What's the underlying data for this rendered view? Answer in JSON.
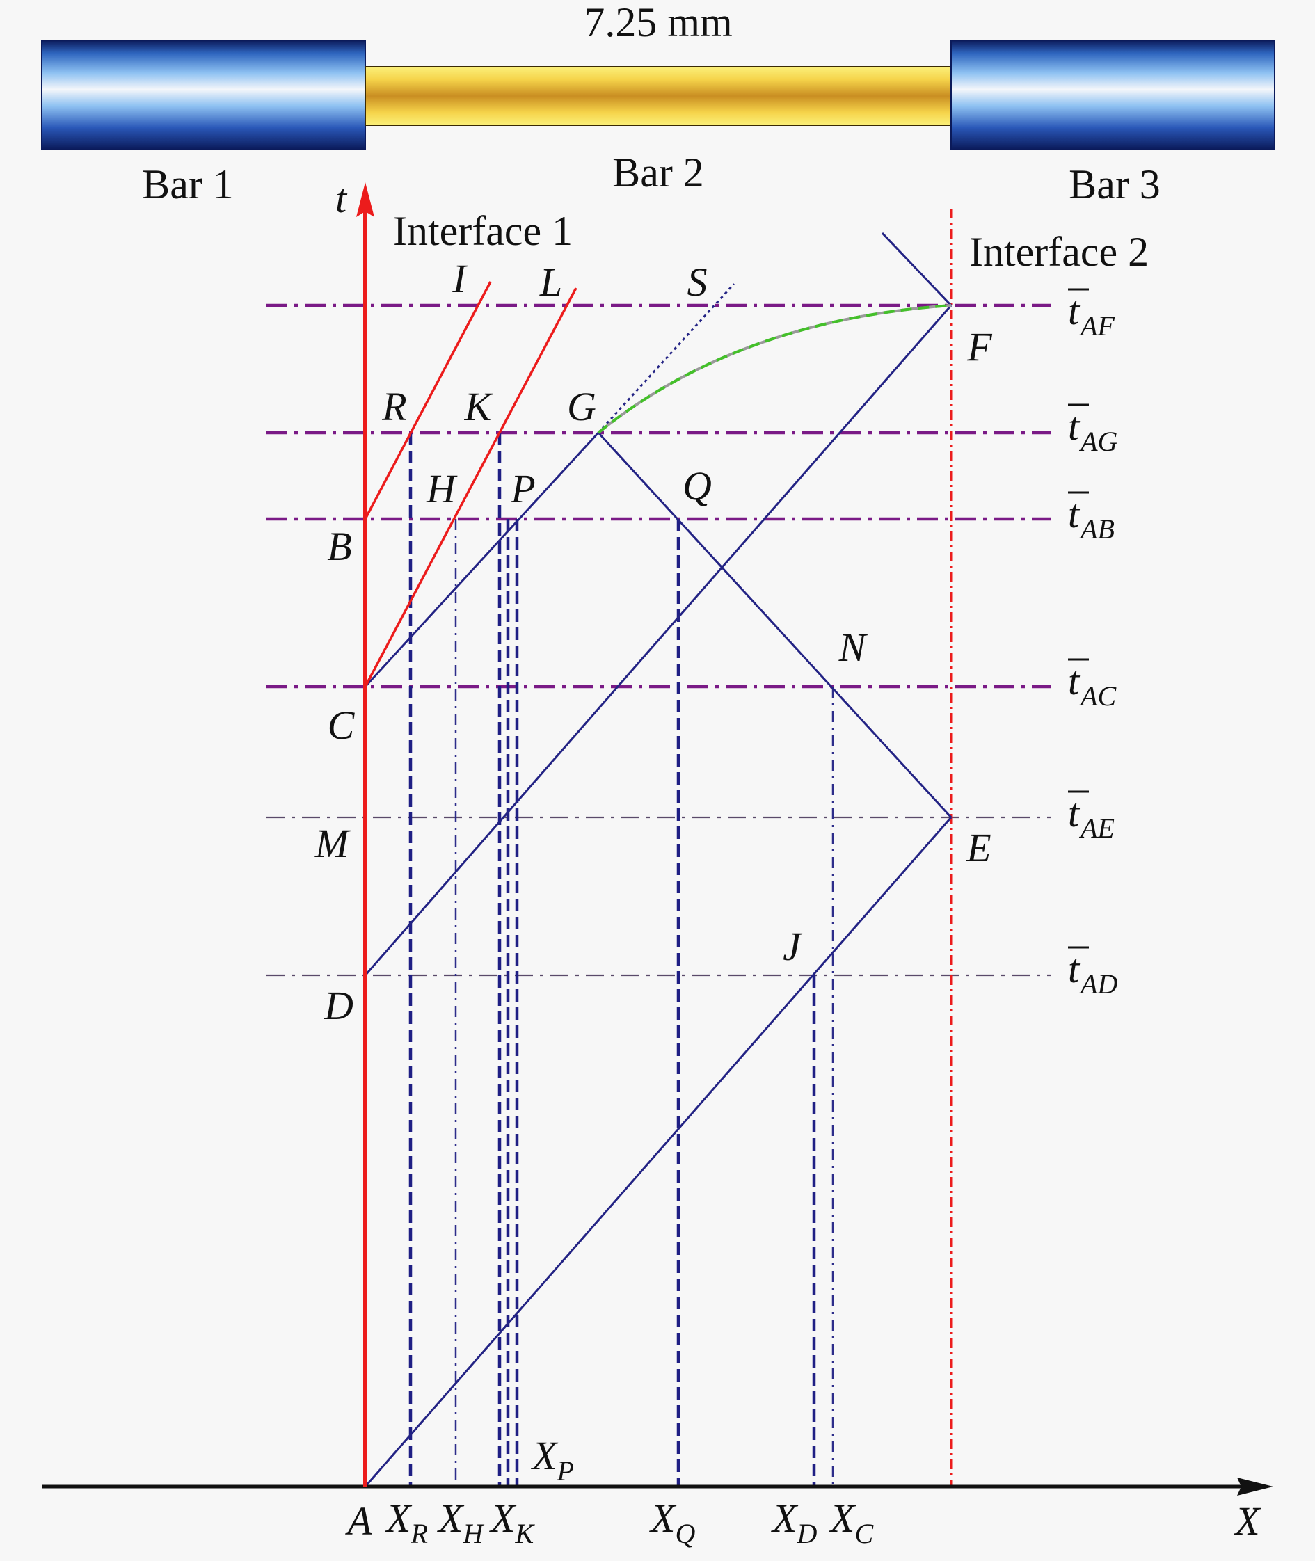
{
  "dimension_label": "7.25 mm",
  "bars": {
    "bar1": "Bar 1",
    "bar2": "Bar 2",
    "bar3": "Bar 3"
  },
  "interfaces": {
    "interface1": "Interface 1",
    "interface2": "Interface 2"
  },
  "axes": {
    "t": "t",
    "x": "X"
  },
  "points": {
    "A": "A",
    "B": "B",
    "C": "C",
    "D": "D",
    "E": "E",
    "F": "F",
    "G": "G",
    "H": "H",
    "I": "I",
    "J": "J",
    "K": "K",
    "L": "L",
    "M": "M",
    "N": "N",
    "P": "P",
    "Q": "Q",
    "R": "R",
    "S": "S"
  },
  "time_labels": [
    {
      "base": "t",
      "sub": "AF"
    },
    {
      "base": "t",
      "sub": "AG"
    },
    {
      "base": "t",
      "sub": "AB"
    },
    {
      "base": "t",
      "sub": "AC"
    },
    {
      "base": "t",
      "sub": "AE"
    },
    {
      "base": "t",
      "sub": "AD"
    }
  ],
  "x_labels": {
    "XR": {
      "base": "X",
      "sub": "R"
    },
    "XH": {
      "base": "X",
      "sub": "H"
    },
    "XK": {
      "base": "X",
      "sub": "K"
    },
    "XP": {
      "base": "X",
      "sub": "P"
    },
    "XQ": {
      "base": "X",
      "sub": "Q"
    },
    "XD": {
      "base": "X",
      "sub": "D"
    },
    "XC": {
      "base": "X",
      "sub": "C"
    }
  },
  "colors": {
    "axis_t": "#ec1c1c",
    "interface2": "#ec1c1c",
    "waves": "#232384",
    "time_lines": "#7a1a86",
    "curve_fg": "#44c02a",
    "curve_bg": "#9a9a9a",
    "bar_outer": "#2f66bf",
    "specimen": "#d6a530"
  }
}
